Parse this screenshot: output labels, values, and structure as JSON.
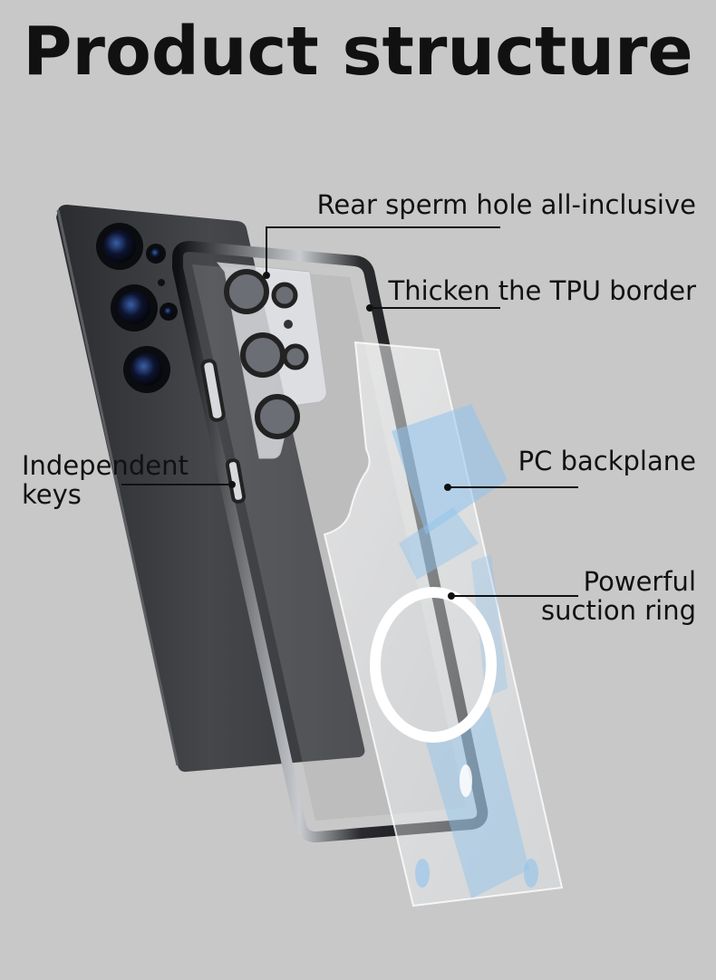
{
  "page": {
    "title": "Product structure",
    "background": "#c8c8c8"
  },
  "callouts": {
    "rear_hole": "Rear sperm hole all-inclusive",
    "tpu_border": "Thicken the TPU border",
    "keys_line1": "Independent",
    "keys_line2": "keys",
    "pc_backplane": "PC backplane",
    "ring_line1": "Powerful",
    "ring_line2": "suction ring"
  },
  "colors": {
    "phone_body": "#3a3b3e",
    "frame": "#1e1f22",
    "clear_panel": "#eef2f5",
    "blue_accent": "#7fb8e6",
    "ring": "#ffffff"
  }
}
